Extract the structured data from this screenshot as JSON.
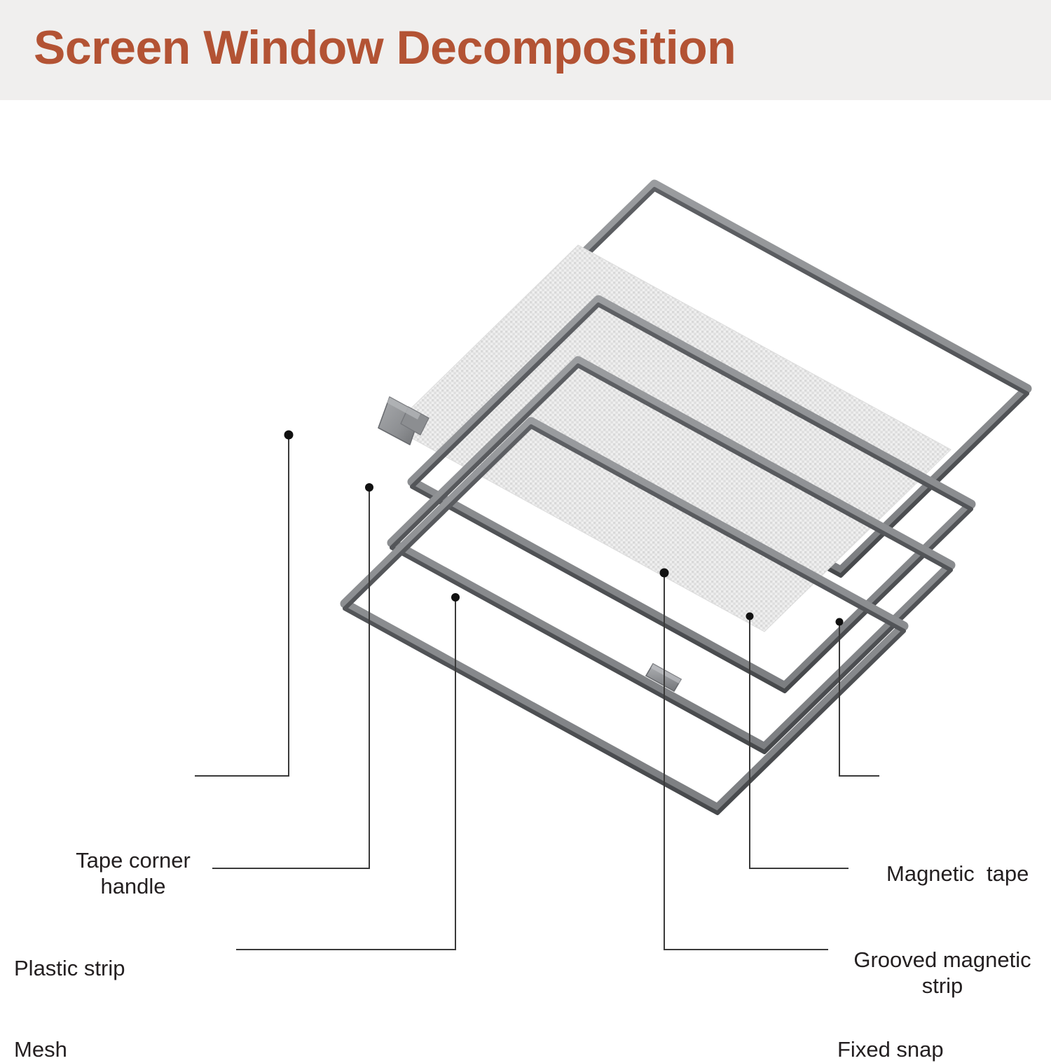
{
  "header": {
    "title": "Screen Window Decomposition",
    "band_color": "#f0efee",
    "title_color": "#b35334"
  },
  "diagram": {
    "type": "exploded-isometric-assembly",
    "subject": "magnetic screen window",
    "layer_count": 4,
    "frame_color": "#6e7073",
    "mesh_color": "#e8e8e8",
    "leader_line_color": "#3a3a3a",
    "layers": [
      {
        "name": "magnetic-tape-frame",
        "order": 1,
        "description": "outermost upper frame"
      },
      {
        "name": "mesh-sheet",
        "order": 2,
        "description": "fine grid screen mesh panel"
      },
      {
        "name": "grooved-magnetic-strip",
        "order": 3,
        "description": "middle frame with fixed snap and plastic strip"
      },
      {
        "name": "plastic-strip-frame",
        "order": 4,
        "description": "lowest frame with tape corner handle"
      }
    ],
    "parts": [
      {
        "name": "tape-corner-handle",
        "position": "upper-left corner of lower frame"
      },
      {
        "name": "fixed-snap",
        "position": "right side of middle frame"
      }
    ]
  },
  "callouts": [
    {
      "id": "tape-corner-handle",
      "lines": [
        "Tape corner",
        "handle"
      ],
      "align": "center",
      "side": "left"
    },
    {
      "id": "plastic-strip",
      "lines": [
        "Plastic strip"
      ],
      "align": "left",
      "side": "left"
    },
    {
      "id": "mesh",
      "lines": [
        "Mesh"
      ],
      "align": "left",
      "side": "left"
    },
    {
      "id": "magnetic-tape",
      "lines": [
        "Magnetic  tape"
      ],
      "align": "left",
      "side": "right"
    },
    {
      "id": "grooved-magnetic-strip",
      "lines": [
        "Grooved magnetic",
        "strip"
      ],
      "align": "center",
      "side": "right"
    },
    {
      "id": "fixed-snap",
      "lines": [
        "Fixed snap"
      ],
      "align": "left",
      "side": "right"
    }
  ],
  "labels": {
    "tape_corner_handle": "Tape corner\nhandle",
    "plastic_strip": "Plastic strip",
    "mesh": "Mesh",
    "magnetic_tape": "Magnetic  tape",
    "grooved_magnetic_strip": "Grooved magnetic\nstrip",
    "fixed_snap": "Fixed snap"
  }
}
